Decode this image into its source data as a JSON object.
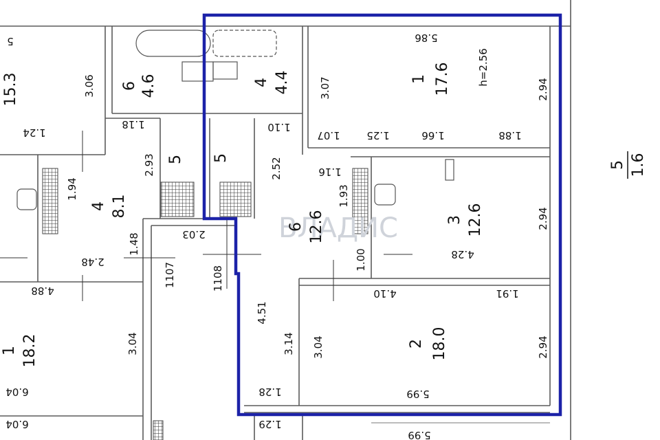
{
  "plan": {
    "selected_unit": {
      "number": "5",
      "area": "1.6"
    },
    "watermark": "ВЛАДИС",
    "ceiling_height": "h=2.56",
    "rooms": [
      {
        "id": "r1",
        "number": "1",
        "area": "17.6"
      },
      {
        "id": "r2",
        "number": "2",
        "area": "18.0"
      },
      {
        "id": "r3",
        "number": "3",
        "area": "12.6"
      },
      {
        "id": "r4",
        "number": "4",
        "area": "4.4"
      },
      {
        "id": "r5",
        "number": "5",
        "area": ""
      },
      {
        "id": "r6",
        "number": "6",
        "area": "12.6"
      },
      {
        "id": "n4",
        "number": "4",
        "area": "8.1"
      },
      {
        "id": "n5",
        "number": "5",
        "area": ""
      },
      {
        "id": "n6",
        "number": "6",
        "area": "4.6"
      },
      {
        "id": "n1",
        "number": "1",
        "area": "18.2"
      },
      {
        "id": "nl",
        "number": "",
        "area": "15.3"
      }
    ],
    "dimensions": [
      "5.86",
      "2.94",
      "3.07",
      "1.07",
      "1.25",
      "1.66",
      "1.88",
      "1.10",
      "1.16",
      "2.52",
      "1.93",
      "2.94",
      "1.00",
      "4.28",
      "4.10",
      "1.91",
      "3.04",
      "2.94",
      "5.99",
      "1.28",
      "3.14",
      "4.51",
      "1108",
      "1107",
      "2.03",
      "1.48",
      "2.48",
      "1.94",
      "2.93",
      "1.18",
      "3.06",
      "1.24",
      "4.88",
      "3.04",
      "6.04",
      "6.04",
      "1.29",
      "5.99",
      "5"
    ]
  }
}
